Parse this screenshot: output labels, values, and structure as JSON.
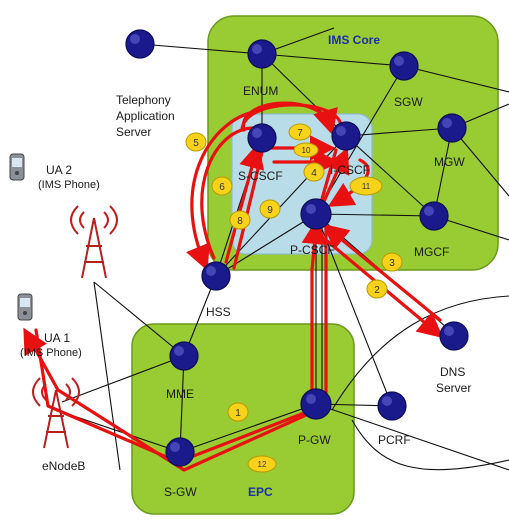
{
  "regions": {
    "ims_core": "IMS Core",
    "epc": "EPC"
  },
  "nodes": {
    "enum": "ENUM",
    "sgw_top": "SGW",
    "tas": [
      "Telephony",
      "Application",
      "Server"
    ],
    "scscf": "S-CSCF",
    "icscf": "I-CSCF",
    "mgw": "MGW",
    "pcscf": "P-CSCF",
    "mgcf": "MGCF",
    "hss": "HSS",
    "dns": [
      "DNS",
      "Server"
    ],
    "mme": "MME",
    "pgw": "P-GW",
    "pcrf": "PCRF",
    "sgw_epc": "S-GW",
    "enodeb": "eNodeB"
  },
  "user_agents": {
    "ua2": [
      "UA 2",
      "(IMS Phone)"
    ],
    "ua1": [
      "UA 1",
      "(IMS Phone)"
    ]
  },
  "steps": [
    "1",
    "2",
    "3",
    "4",
    "5",
    "6",
    "7",
    "8",
    "9",
    "10",
    "11",
    "12"
  ],
  "colors": {
    "region": "#99cc33",
    "inner": "#b8dde8",
    "node": "#1a1a8c",
    "flow": "#e81010",
    "badge": "#f7d21a",
    "title": "#1a2fa8"
  }
}
